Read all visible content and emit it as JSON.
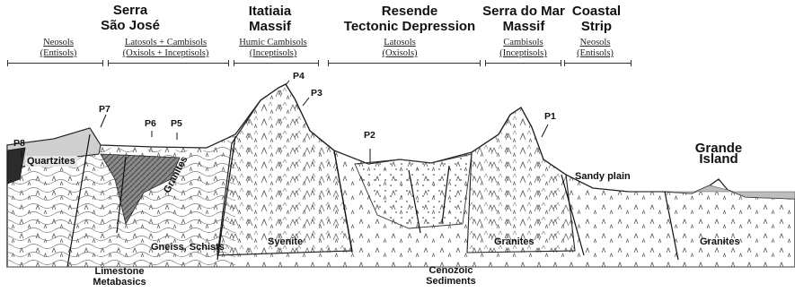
{
  "regions": [
    {
      "name": "Serra\nSão José",
      "soil": "Neosols\n(Entisols)"
    },
    {
      "name": "",
      "soil": "Latosols + Cambisols\n(Oxisols + Inceptisols)"
    },
    {
      "name": "Itatiaia\nMassif",
      "soil": "Humic Cambisols\n(Inceptisols)"
    },
    {
      "name": "Resende\nTectonic Depression",
      "soil": "Latosols\n(Oxisols)"
    },
    {
      "name": "Serra do Mar\nMassif",
      "soil": "Cambisols\n(Inceptisols)"
    },
    {
      "name": "Coastal\nStrip",
      "soil": "Neosols\n(Entisols)"
    }
  ],
  "points": [
    "P8",
    "P7",
    "P6",
    "P5",
    "P4",
    "P3",
    "P2",
    "P1"
  ],
  "rock_labels": {
    "quartzites": "Quartzites",
    "granites_left": "Granites",
    "gneiss": "Gneiss, Schists",
    "limestone": "Limestone\nMetabasics",
    "syenite": "Syenite",
    "cenozoic": "Cenozoic\nSediments",
    "granites_mid": "Granites",
    "sandy_plain": "Sandy plain",
    "grande_island": "Grande\nIsland",
    "granites_right": "Granites"
  }
}
